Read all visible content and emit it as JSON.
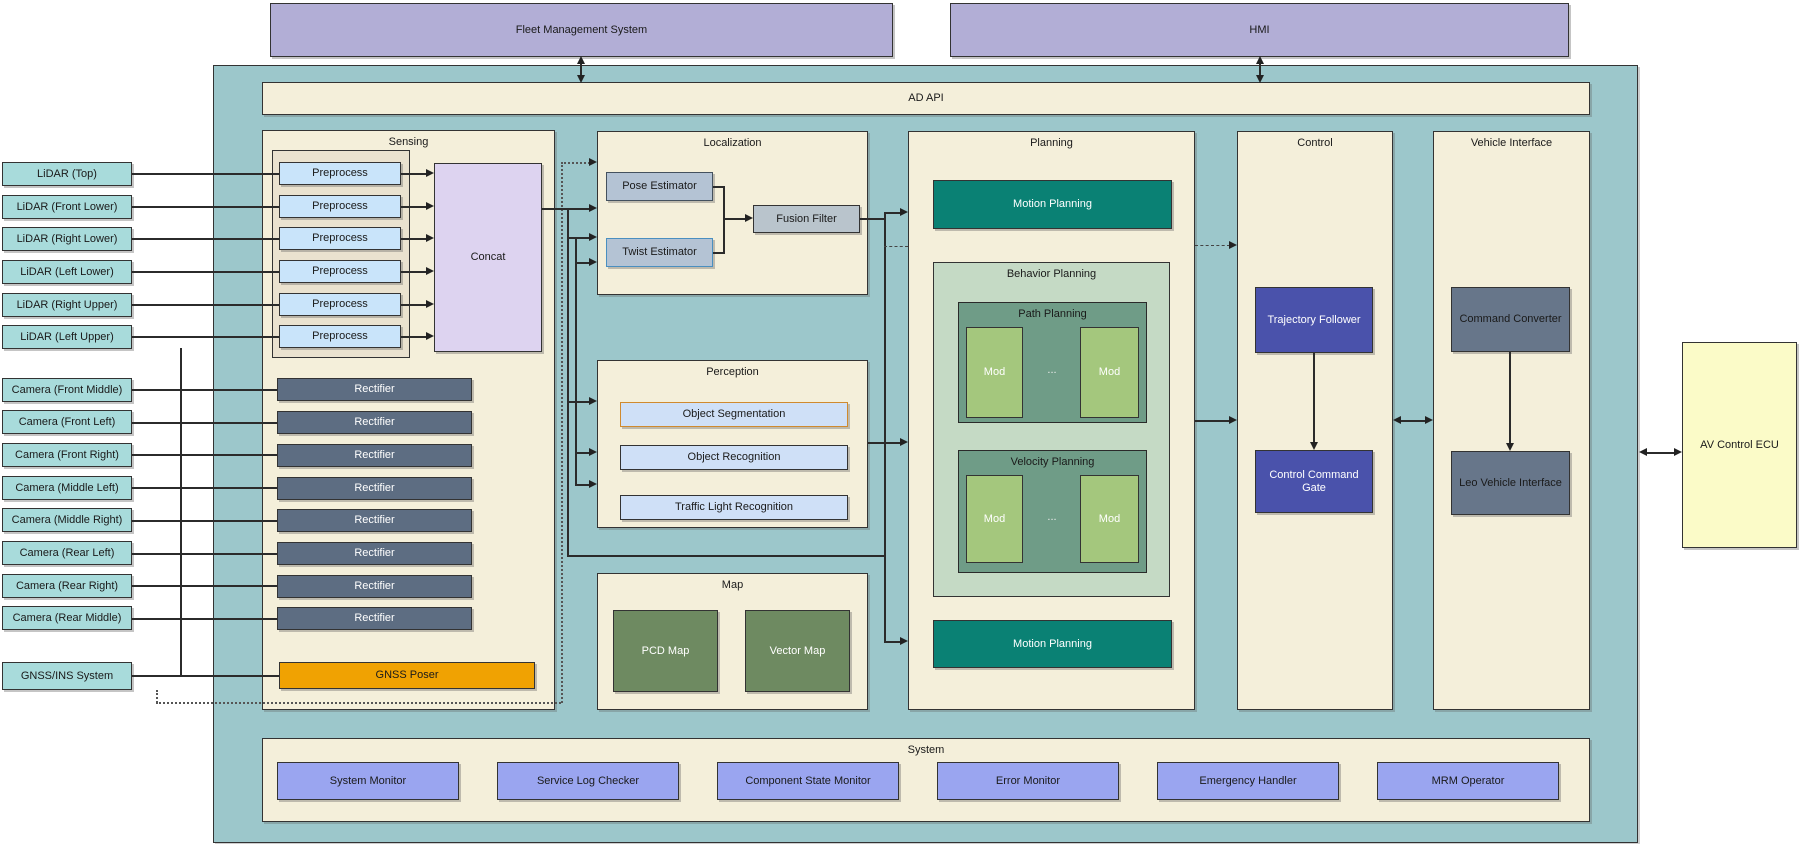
{
  "top": {
    "fleet_management_system": "Fleet Management System",
    "hmi": "HMI"
  },
  "ad_api_label": "AD API",
  "inputs": {
    "lidars": [
      "LiDAR (Top)",
      "LiDAR (Front Lower)",
      "LiDAR (Right Lower)",
      "LiDAR (Left Lower)",
      "LiDAR (Right Upper)",
      "LiDAR (Left Upper)"
    ],
    "cameras": [
      "Camera (Front Middle)",
      "Camera (Front Left)",
      "Camera (Front Right)",
      "Camera (Middle Left)",
      "Camera (Middle Right)",
      "Camera (Rear Left)",
      "Camera (Rear Right)",
      "Camera (Rear Middle)"
    ],
    "gnss": "GNSS/INS System"
  },
  "sensing": {
    "title": "Sensing",
    "preprocess_labels": [
      "Preprocess",
      "Preprocess",
      "Preprocess",
      "Preprocess",
      "Preprocess",
      "Preprocess"
    ],
    "concat": "Concat",
    "rectifier_labels": [
      "Rectifier",
      "Rectifier",
      "Rectifier",
      "Rectifier",
      "Rectifier",
      "Rectifier",
      "Rectifier",
      "Rectifier"
    ],
    "gnss_poser": "GNSS Poser"
  },
  "localization": {
    "title": "Localization",
    "pose_estimator": "Pose Estimator",
    "twist_estimator": "Twist Estimator",
    "fusion_filter": "Fusion Filter"
  },
  "perception": {
    "title": "Perception",
    "object_segmentation": "Object Segmentation",
    "object_recognition": "Object Recognition",
    "traffic_light_recognition": "Traffic Light Recognition"
  },
  "map": {
    "title": "Map",
    "pcd_map": "PCD Map",
    "vector_map": "Vector Map"
  },
  "planning": {
    "title": "Planning",
    "motion_planning_top": "Motion Planning",
    "behavior_planning": "Behavior Planning",
    "path_planning": "Path Planning",
    "velocity_planning": "Velocity Planning",
    "mod_label": "Mod",
    "ellipsis": "...",
    "motion_planning_bottom": "Motion Planning"
  },
  "control": {
    "title": "Control",
    "trajectory_follower": "Trajectory Follower",
    "control_command_gate": "Control Command Gate"
  },
  "vehicle_interface": {
    "title": "Vehicle Interface",
    "command_converter": "Command Converter",
    "leo_vehicle_interface": "Leo Vehicle Interface"
  },
  "av_ecu_label": "AV Control ECU",
  "system": {
    "title": "System",
    "items": [
      "System Monitor",
      "Service Log Checker",
      "Component State Monitor",
      "Error Monitor",
      "Emergency Handler",
      "MRM Operator"
    ]
  },
  "colors": {
    "container_teal": "#9cc7cb",
    "panel_cream": "#f4efda",
    "inner_beige": "#eae2cf",
    "input_teal": "#a8dbdb",
    "preprocess_blue": "#c9e4fa",
    "concat_lavender": "#ddd3f0",
    "rectifier_slate": "#5d6d82",
    "gnss_poser_orange": "#f0a202",
    "estimator_grayblue": "#b4c3d4",
    "perception_blue": "#cfe0f7",
    "segmentation_border_orange": "#d08a2e",
    "map_green": "#6e8a61",
    "motion_teal": "#0a8174",
    "behavior_sage": "#c5dac5",
    "subplan_green": "#6f9c87",
    "mod_green": "#a4c77d",
    "control_indigo": "#4a52ab",
    "interface_slate": "#67768a",
    "ecu_yellow": "#fbfbc8",
    "top_purple": "#b2aed6",
    "system_periwinkle": "#9aa5f0"
  }
}
